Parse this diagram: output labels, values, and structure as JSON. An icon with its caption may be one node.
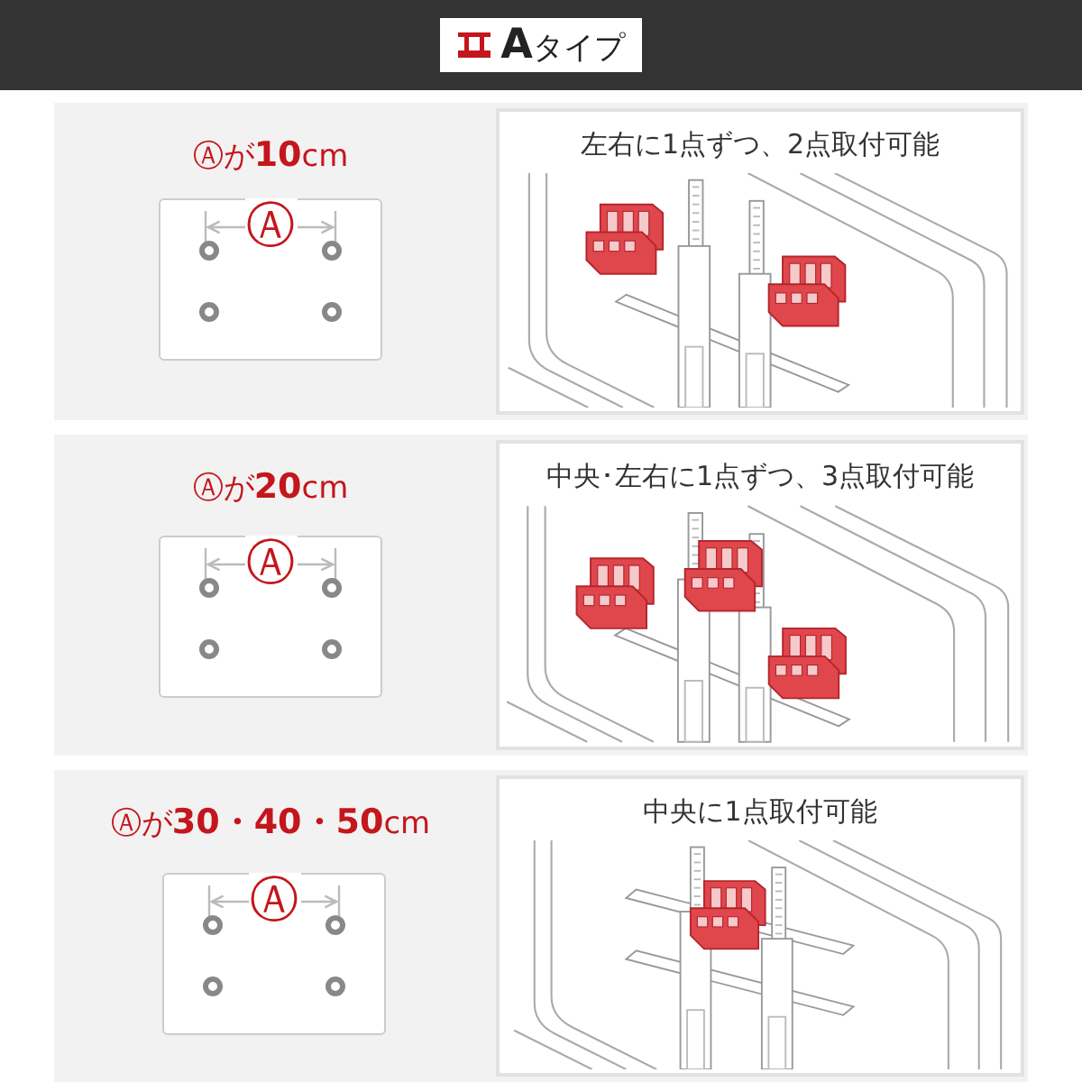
{
  "diagram": {
    "title": "**A**タイプ",
    "nodes": [
      {
        "text": [
          "Ⓐが**10**cm"
        ]
      },
      {
        "text": [
          "Ⓐ"
        ],
        "in": 0
      },
      {
        "text": [
          "左右に1点ずつ、2点取付可能"
        ],
        "in": 0
      },
      {
        "text": [
          "Ⓐが**20**cm"
        ]
      },
      {
        "text": [
          "Ⓐ"
        ],
        "in": 3
      },
      {
        "text": [
          "中央･左右に1点ずつ、3点取付可能"
        ],
        "in": 3
      },
      {
        "text": [
          "Ⓐが**30・40・50**cm"
        ]
      },
      {
        "text": [
          "Ⓐ"
        ],
        "in": 6
      },
      {
        "text": [
          "中央に1点取付可能"
        ],
        "in": 6
      }
    ]
  }
}
